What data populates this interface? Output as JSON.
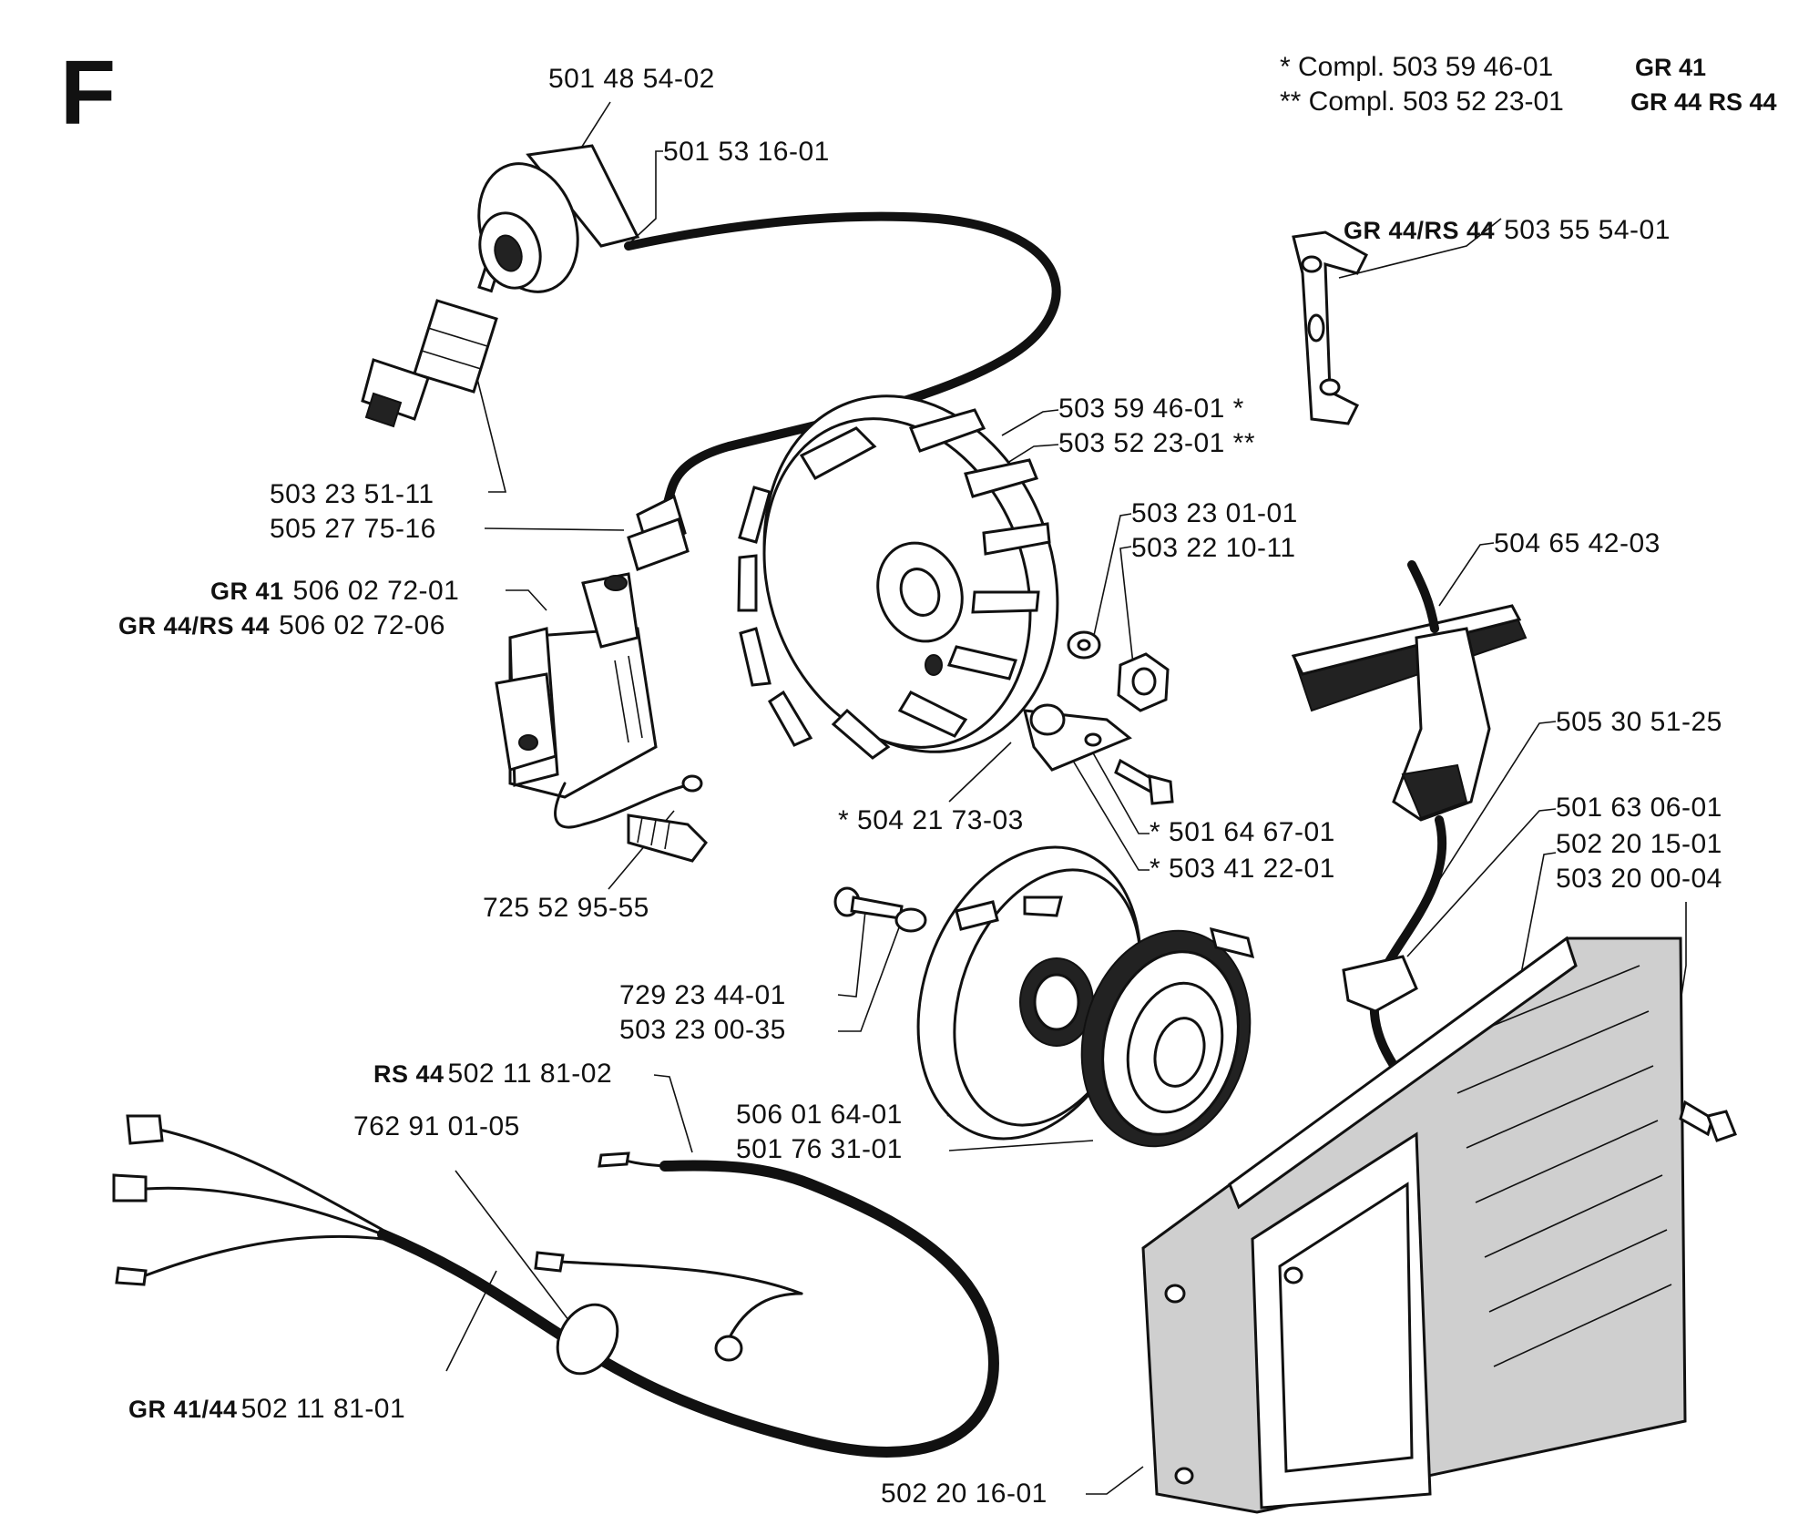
{
  "section_letter": "F",
  "notes": [
    {
      "text": "* Compl. 503 59 46-01",
      "models": "GR 41"
    },
    {
      "text": "** Compl. 503 52 23-01",
      "models": "GR 44 RS 44"
    }
  ],
  "labels": {
    "cap": "501 48 54-02",
    "ht_lead": "501 53 16-01",
    "spring_piece": {
      "models": "GR 44/RS 44",
      "part": "503 55 54-01"
    },
    "flywheel_1": "503 59 46-01 *",
    "flywheel_2": "503 52 23-01 **",
    "plug": "503 23 51-11",
    "coupler": "505 27 75-16",
    "washer": "503 23 01-01",
    "nut": "503 22 10-11",
    "handle": "504 65 42-03",
    "coil_gr41": {
      "models": "GR 41",
      "part": "506 02 72-01"
    },
    "coil_gr44": {
      "models": "GR 44/RS 44",
      "part": "506 02 72-06"
    },
    "rope": "505 30 51-25",
    "pawl": "* 504 21 73-03",
    "screw_pawl": "* 501 64 67-01",
    "spring_pawl": "* 503 41 22-01",
    "eyelet": "501 63 06-01",
    "starter_1": "502 20 15-01",
    "starter_2": "503 20 00-04",
    "coil_screw": "725 52 95-55",
    "center_screw": "729 23 44-01",
    "center_washer": "503 23 00-35",
    "pulley": "506 01 64-01",
    "recoil_spring": "501 76 31-01",
    "wire_rs44": {
      "models": "RS 44",
      "part": "502 11 81-02"
    },
    "clip": "762 91 01-05",
    "harness": {
      "models": "GR 41/44",
      "part": "502 11 81-01"
    },
    "cover": "502 20 16-01"
  }
}
